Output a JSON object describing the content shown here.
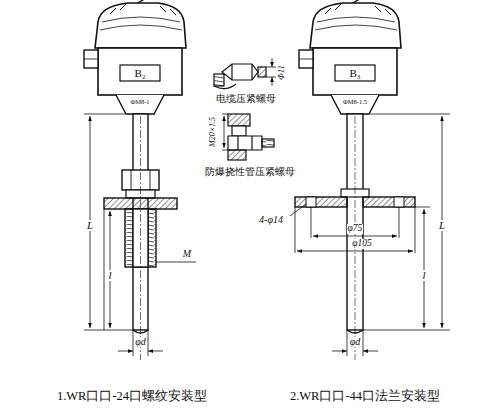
{
  "diagram": {
    "labels": [
      "B₂",
      "ΦM8-1",
      "Φ11",
      "电缆压紧螺母",
      "M20×1.5",
      "防爆挠性管压紧螺母",
      "L",
      "l",
      "M",
      "φd",
      "B₃",
      "ΦM8-1.5",
      "4-φ14",
      "φ75",
      "φ105",
      "L",
      "l",
      "φd",
      "1.WR口口-24口螺纹安装型",
      "2.WR口口-44口法兰安装型"
    ]
  }
}
